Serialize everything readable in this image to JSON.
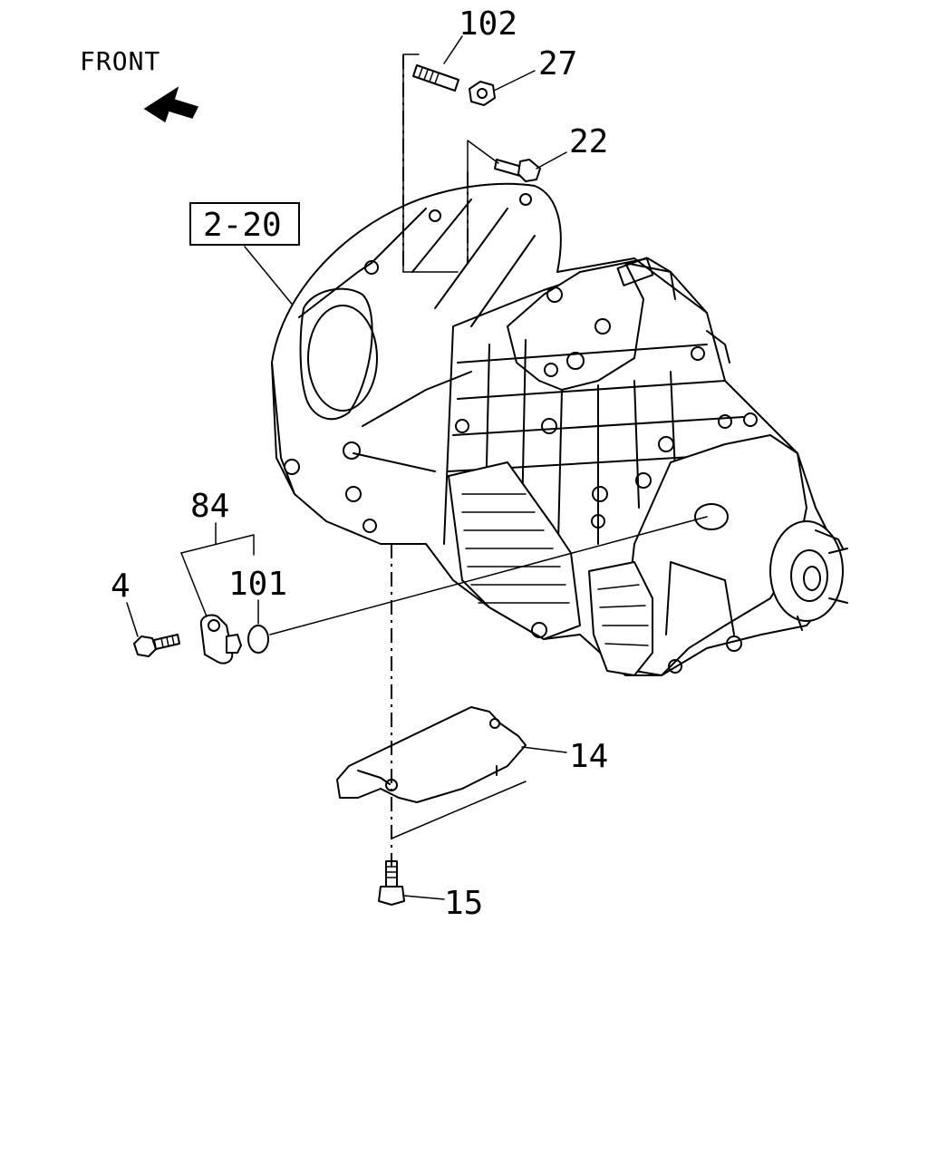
{
  "diagram": {
    "front_label": "FRONT",
    "reference_box_label": "2-20",
    "callouts": {
      "c102": "102",
      "c27": "27",
      "c22": "22",
      "c84": "84",
      "c4": "4",
      "c101": "101",
      "c14": "14",
      "c15": "15"
    }
  }
}
